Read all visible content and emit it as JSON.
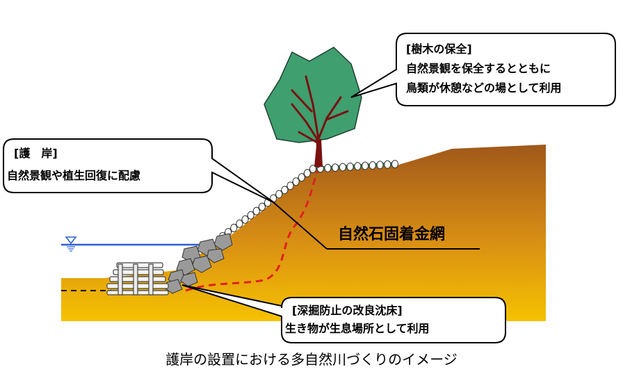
{
  "callouts": {
    "tree": {
      "heading": "[樹木の保全]",
      "line1": "自然景観を保全するとともに",
      "line2": "鳥類が休憩などの場として利用"
    },
    "revetment": {
      "heading": "[護　岸]",
      "line1": "自然景観や植生回復に配慮"
    },
    "bed": {
      "heading": "[深掘防止の改良沈床]",
      "line1": "生き物が生息場所として利用"
    }
  },
  "labels": {
    "gabion": "自然石固着金網",
    "water_level_symbol": "∇"
  },
  "caption": "護岸の設置における多自然川づくりのイメージ",
  "colors": {
    "soil_top": "#a0581a",
    "soil_bottom": "#f5c200",
    "water_line": "#2a5fd0",
    "tree_canopy": "#3f9f6f",
    "tree_trunk": "#7a1010",
    "root_line": "#e02020",
    "net_stone": "#ffffff",
    "net_green": "#2e7d4f",
    "rock": "#9a9a9a"
  }
}
